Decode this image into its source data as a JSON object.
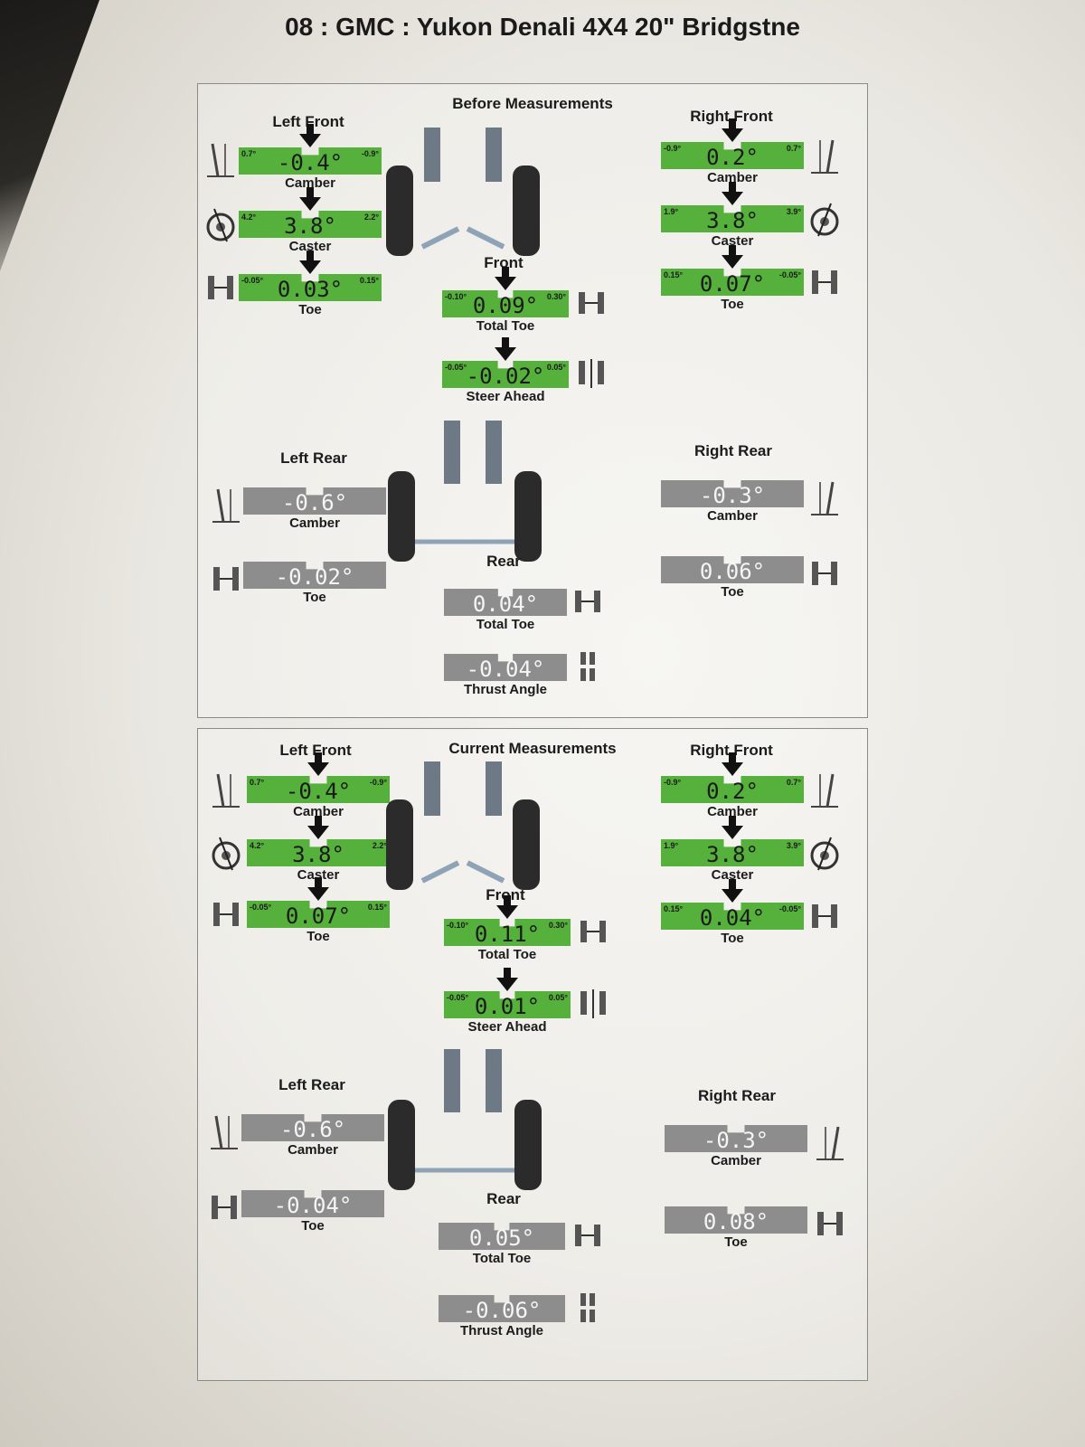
{
  "document": {
    "title": "08 : GMC : Yukon Denali 4X4 20\" Bridgstne"
  },
  "before": {
    "heading": "Before Measurements",
    "left_front": {
      "title": "Left Front",
      "camber": {
        "value": "-0.4°",
        "min": "0.7°",
        "max": "-0.9°",
        "label": "Camber"
      },
      "caster": {
        "value": "3.8°",
        "min": "4.2°",
        "max": "2.2°",
        "label": "Caster"
      },
      "toe": {
        "value": "0.03°",
        "min": "-0.05°",
        "max": "0.15°",
        "label": "Toe"
      }
    },
    "right_front": {
      "title": "Right Front",
      "camber": {
        "value": "0.2°",
        "min": "-0.9°",
        "max": "0.7°",
        "label": "Camber"
      },
      "caster": {
        "value": "3.8°",
        "min": "1.9°",
        "max": "3.9°",
        "label": "Caster"
      },
      "toe": {
        "value": "0.07°",
        "min": "0.15°",
        "max": "-0.05°",
        "label": "Toe"
      }
    },
    "front": {
      "label": "Front",
      "total_toe": {
        "value": "0.09°",
        "min": "-0.10°",
        "max": "0.30°",
        "label": "Total Toe"
      },
      "steer_ahead": {
        "value": "-0.02°",
        "min": "-0.05°",
        "max": "0.05°",
        "label": "Steer Ahead"
      }
    },
    "left_rear": {
      "title": "Left Rear",
      "camber": {
        "value": "-0.6°",
        "label": "Camber"
      },
      "toe": {
        "value": "-0.02°",
        "label": "Toe"
      }
    },
    "right_rear": {
      "title": "Right Rear",
      "camber": {
        "value": "-0.3°",
        "label": "Camber"
      },
      "toe": {
        "value": "0.06°",
        "label": "Toe"
      }
    },
    "rear": {
      "label": "Rear",
      "total_toe": {
        "value": "0.04°",
        "label": "Total Toe"
      },
      "thrust_angle": {
        "value": "-0.04°",
        "label": "Thrust Angle"
      }
    }
  },
  "current": {
    "heading": "Current Measurements",
    "left_front": {
      "title": "Left Front",
      "camber": {
        "value": "-0.4°",
        "min": "0.7°",
        "max": "-0.9°",
        "label": "Camber"
      },
      "caster": {
        "value": "3.8°",
        "min": "4.2°",
        "max": "2.2°",
        "label": "Caster"
      },
      "toe": {
        "value": "0.07°",
        "min": "-0.05°",
        "max": "0.15°",
        "label": "Toe"
      }
    },
    "right_front": {
      "title": "Right Front",
      "camber": {
        "value": "0.2°",
        "min": "-0.9°",
        "max": "0.7°",
        "label": "Camber"
      },
      "caster": {
        "value": "3.8°",
        "min": "1.9°",
        "max": "3.9°",
        "label": "Caster"
      },
      "toe": {
        "value": "0.04°",
        "min": "0.15°",
        "max": "-0.05°",
        "label": "Toe"
      }
    },
    "front": {
      "label": "Front",
      "total_toe": {
        "value": "0.11°",
        "min": "-0.10°",
        "max": "0.30°",
        "label": "Total Toe"
      },
      "steer_ahead": {
        "value": "0.01°",
        "min": "-0.05°",
        "max": "0.05°",
        "label": "Steer Ahead"
      }
    },
    "left_rear": {
      "title": "Left Rear",
      "camber": {
        "value": "-0.6°",
        "label": "Camber"
      },
      "toe": {
        "value": "-0.04°",
        "label": "Toe"
      }
    },
    "right_rear": {
      "title": "Right Rear",
      "camber": {
        "value": "-0.3°",
        "label": "Camber"
      },
      "toe": {
        "value": "0.08°",
        "label": "Toe"
      }
    },
    "rear": {
      "label": "Rear",
      "total_toe": {
        "value": "0.05°",
        "label": "Total Toe"
      },
      "thrust_angle": {
        "value": "-0.06°",
        "label": "Thrust Angle"
      }
    }
  },
  "colors": {
    "in_spec": "#55b03c",
    "no_spec": "#8d8d8d"
  },
  "icons": [
    "camber-icon",
    "caster-icon",
    "toe-icon",
    "total-toe-icon",
    "steer-ahead-icon",
    "thrust-angle-icon",
    "front-suspension-icon",
    "rear-suspension-icon",
    "down-arrow-icon"
  ]
}
